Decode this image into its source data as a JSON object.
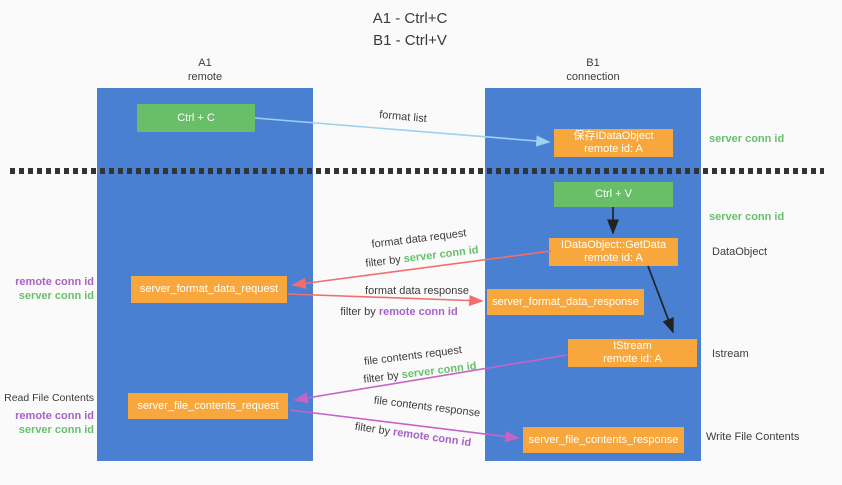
{
  "title": {
    "line1": "A1 - Ctrl+C",
    "line2": "B1 - Ctrl+V"
  },
  "lanes": [
    {
      "name": "A1",
      "sub": "remote"
    },
    {
      "name": "B1",
      "sub": "connection"
    }
  ],
  "nodes": {
    "ctrl_c": "Ctrl + C",
    "ctrl_v": "Ctrl + V",
    "save_dataobject": {
      "line1": "保存IDataObject",
      "line2": "remote id: A"
    },
    "getdata": {
      "line1": "IDataObject::GetData",
      "line2": "remote id: A"
    },
    "istream": {
      "line1": "IStream",
      "line2": "remote id: A"
    },
    "format_request": "server_format_data_request",
    "format_response": "server_format_data_response",
    "file_request": "server_file_contents_request",
    "file_response": "server_file_contents_response"
  },
  "labels": {
    "format_list": "format list",
    "format_data_request": "format data request",
    "format_data_response": "format data response",
    "file_contents_request": "file contents request",
    "file_contents_response": "file contents response",
    "filter_by": "filter by",
    "server_conn_id": "server conn id",
    "remote_conn_id": "remote conn id",
    "dataobject": "DataObject",
    "istream": "Istream",
    "read_file_contents": "Read File Contents",
    "write_file_contents": "Write File Contents"
  },
  "colors": {
    "background": "#fafafa",
    "lane_blue": "#4a80d2",
    "box_green": "#68bf68",
    "box_orange": "#f8a73d",
    "arrow_light_blue": "#9fd0f0",
    "arrow_red": "#f26e6e",
    "arrow_magenta": "#c763c7",
    "arrow_black": "#222222",
    "label_green": "#67c06b",
    "label_purple": "#a861c9",
    "text_dark": "#3c3c3c"
  }
}
